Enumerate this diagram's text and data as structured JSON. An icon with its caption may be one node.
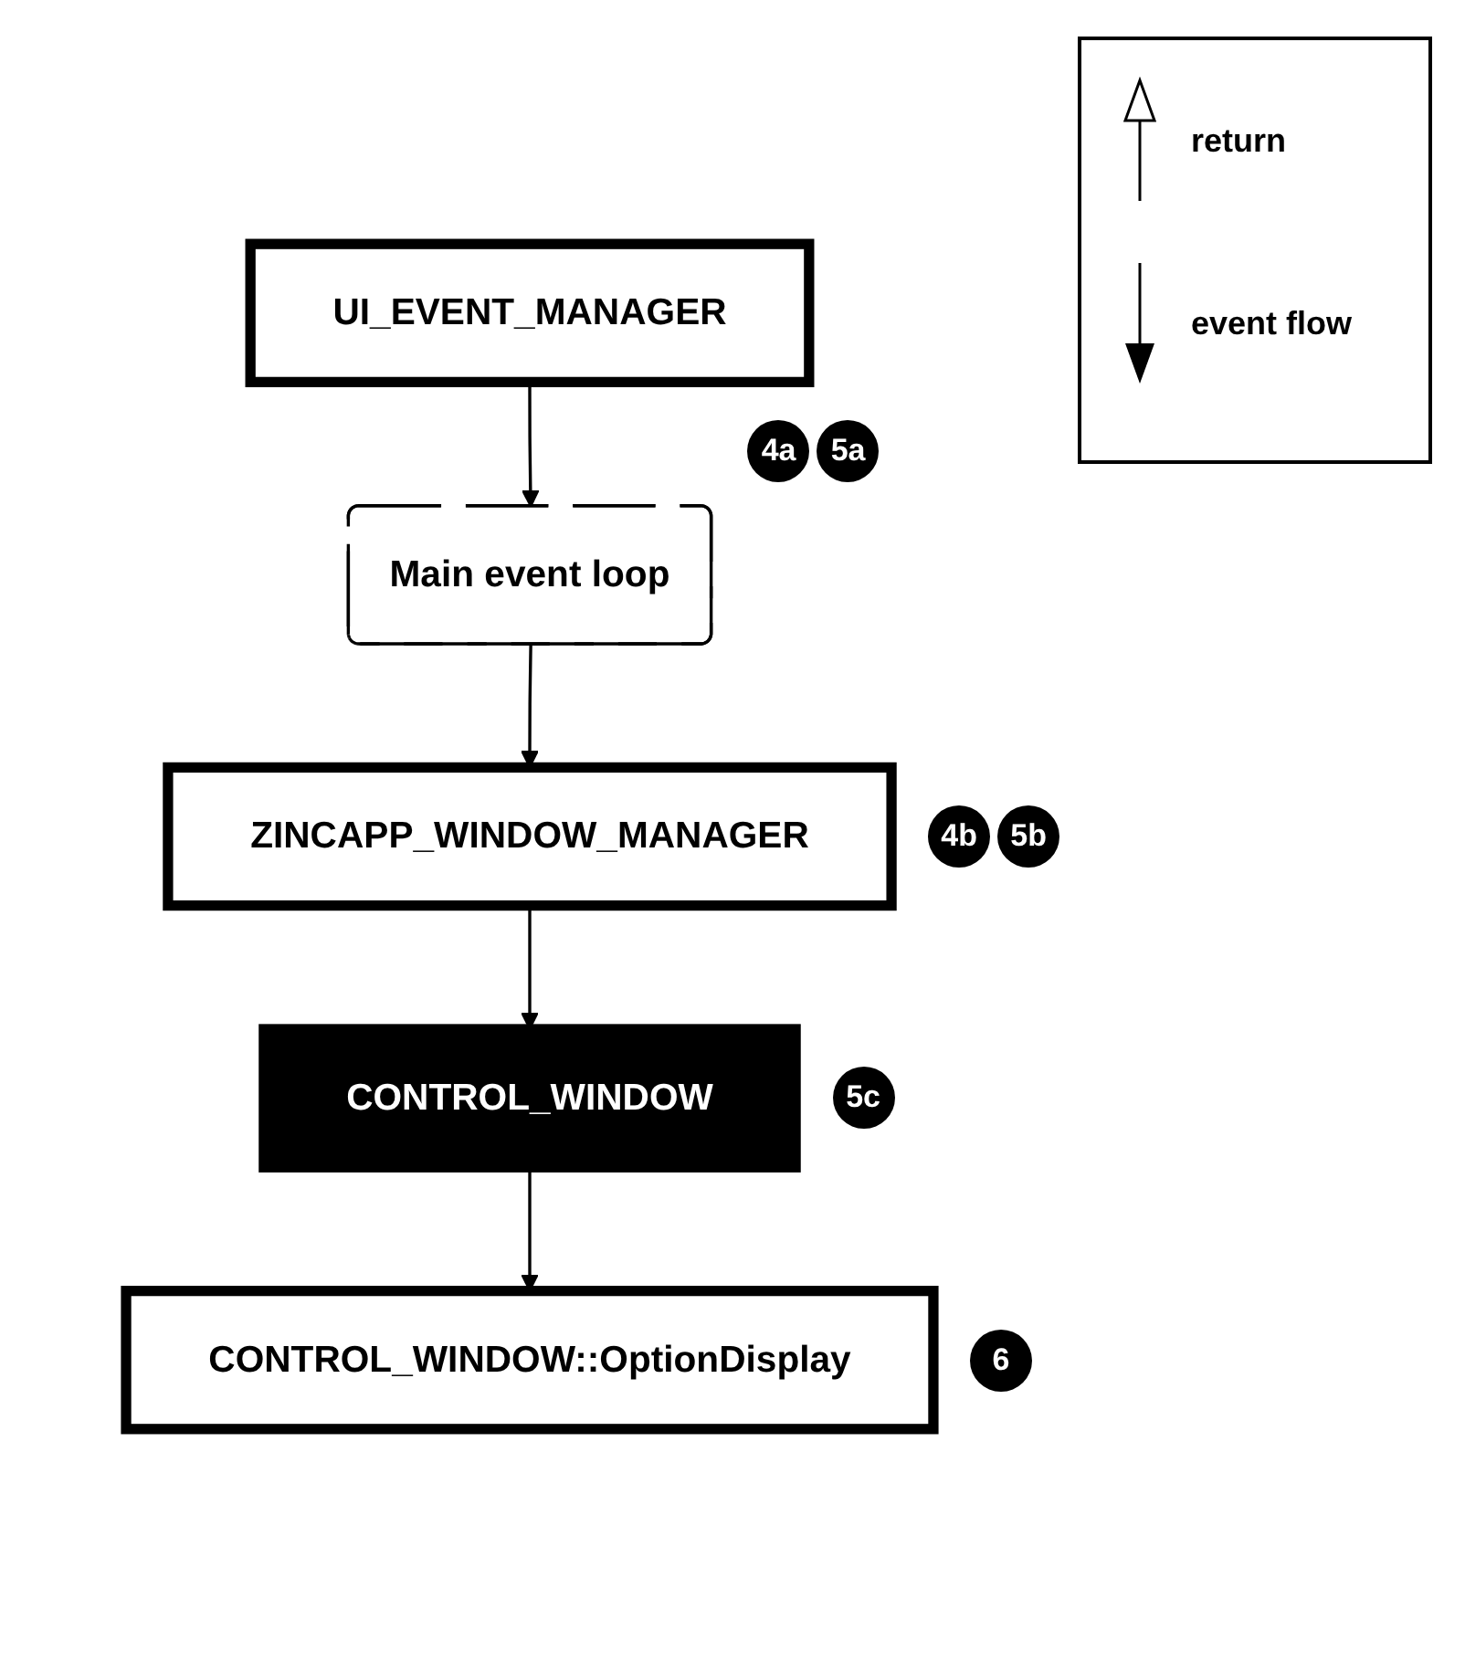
{
  "diagram": {
    "nodes": [
      {
        "text": [
          "UI_EVENT_MANAGER"
        ]
      },
      {
        "text": [
          "Main event loop"
        ]
      },
      {
        "text": [
          "ZINCAPP_WINDOW_MANAGER"
        ],
        "beside": [
          "4b",
          "5b"
        ]
      },
      {
        "text": [
          "CONTROL_WINDOW"
        ],
        "beside": [
          "5c"
        ]
      },
      {
        "text": [
          "CONTROL_WINDOW::OptionDisplay"
        ],
        "beside": [
          "6"
        ]
      }
    ],
    "edges": [
      {
        "from": 0,
        "to": 1,
        "arrow": "to"
      },
      {
        "from": 1,
        "to": 2,
        "arrow": "to"
      },
      {
        "from": 2,
        "to": 3,
        "arrow": "to"
      },
      {
        "from": 3,
        "to": 4,
        "arrow": "to"
      }
    ],
    "labels": [
      "4a",
      "5a"
    ],
    "legend": [
      {
        "text": "return"
      },
      {
        "text": "event flow"
      }
    ]
  }
}
